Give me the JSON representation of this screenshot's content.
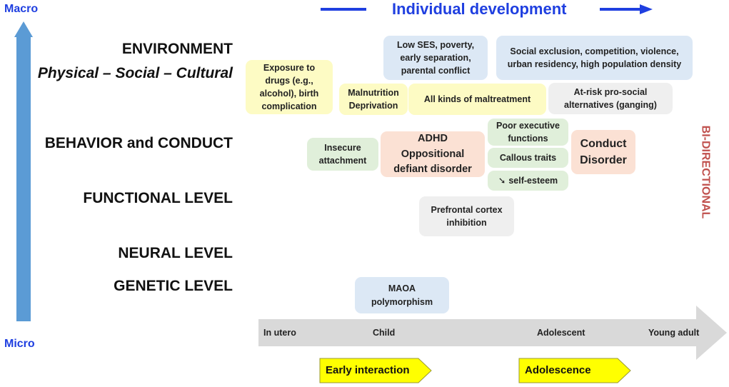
{
  "axis": {
    "top_label": "Macro",
    "bottom_label": "Micro",
    "direction_label": "BI-DIRECTIONAL"
  },
  "title": "Individual development",
  "levels": {
    "environment": "ENVIRONMENT",
    "environment_sub": "Physical – Social – Cultural",
    "behavior": "BEHAVIOR and CONDUCT",
    "functional": "FUNCTIONAL LEVEL",
    "neural": "NEURAL LEVEL",
    "genetic": "GENETIC LEVEL"
  },
  "boxes": {
    "low_ses": "Low SES, poverty, early separation, parental conflict",
    "social_exclusion": "Social exclusion, competition, violence, urban residency, high population density",
    "exposure_drugs": "Exposure to drugs (e.g., alcohol), birth complication",
    "malnutrition": "Malnutrition Deprivation",
    "maltreatment": "All kinds of maltreatment",
    "at_risk": "At-risk pro-social alternatives (ganging)",
    "poor_executive": "Poor executive functions",
    "insecure_attachment": "Insecure attachment",
    "adhd": "ADHD Oppositional defiant disorder",
    "callous": "Callous traits",
    "self_esteem": "self-esteem",
    "self_esteem_arrow": "➘",
    "conduct_disorder": "Conduct Disorder",
    "prefrontal": "Prefrontal cortex inhibition",
    "maoa": "MAOA polymorphism"
  },
  "timeline": {
    "stages": [
      "In utero",
      "Child",
      "Adolescent",
      "Young adult"
    ]
  },
  "phases": {
    "early": "Early interaction",
    "adolescence": "Adolescence"
  },
  "colors": {
    "axis_blue": "#1f3fe0",
    "vertical_arrow": "#5b9bd5",
    "timeline_grey": "#d9d9d9",
    "phase_yellow": "#ffff00",
    "bidirectional": "#c0504d"
  }
}
